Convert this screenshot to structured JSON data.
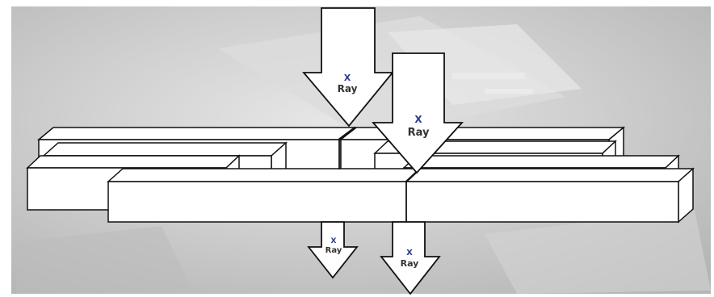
{
  "diagram": {
    "labels": {
      "ray_top_left_x": "X",
      "ray_top_left_word": "Ray",
      "ray_top_right_x": "X",
      "ray_top_right_word": "Ray",
      "ray_bottom_left_x": "X",
      "ray_bottom_left_word": "Ray",
      "ray_bottom_right_x": "X",
      "ray_bottom_right_word": "Ray"
    },
    "colors": {
      "background_photo": "#c9c9c9",
      "beam_fill": "#ffffff",
      "beam_stroke": "#111111",
      "arrow_fill": "#ffffff",
      "x_letter": "#2c3f8a"
    }
  }
}
